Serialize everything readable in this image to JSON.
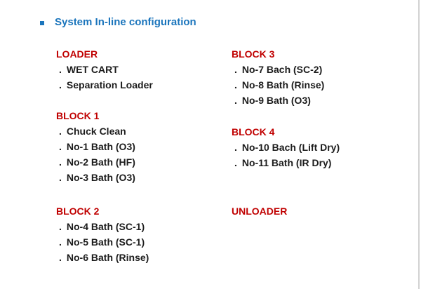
{
  "title": {
    "text": "System In-line configuration",
    "color": "#1b75bc"
  },
  "colors": {
    "title_blue": "#1b75bc",
    "header_red": "#c00000",
    "item_black": "#1c1c1c",
    "edge_line_gray": "#d2d2d2"
  },
  "item_bullet": ".",
  "columns": {
    "left": [
      {
        "title": "LOADER",
        "items": [
          "WET CART",
          "Separation Loader"
        ]
      },
      {
        "title": "BLOCK 1",
        "items": [
          "Chuck Clean",
          "No-1 Bath (O3)",
          "No-2 Bath (HF)",
          "No-3 Bath (O3)"
        ]
      },
      {
        "title": "BLOCK 2",
        "items": [
          "No-4 Bath (SC-1)",
          "No-5 Bath (SC-1)",
          "No-6 Bath (Rinse)"
        ]
      }
    ],
    "right": [
      {
        "title": "BLOCK 3",
        "items": [
          "No-7 Bach (SC-2)",
          "No-8 Bath (Rinse)",
          "No-9 Bath (O3)"
        ]
      },
      {
        "title": "BLOCK 4",
        "items": [
          "No-10 Bach (Lift Dry)",
          "No-11 Bath (IR Dry)"
        ]
      },
      {
        "title": "UNLOADER",
        "items": []
      }
    ]
  }
}
